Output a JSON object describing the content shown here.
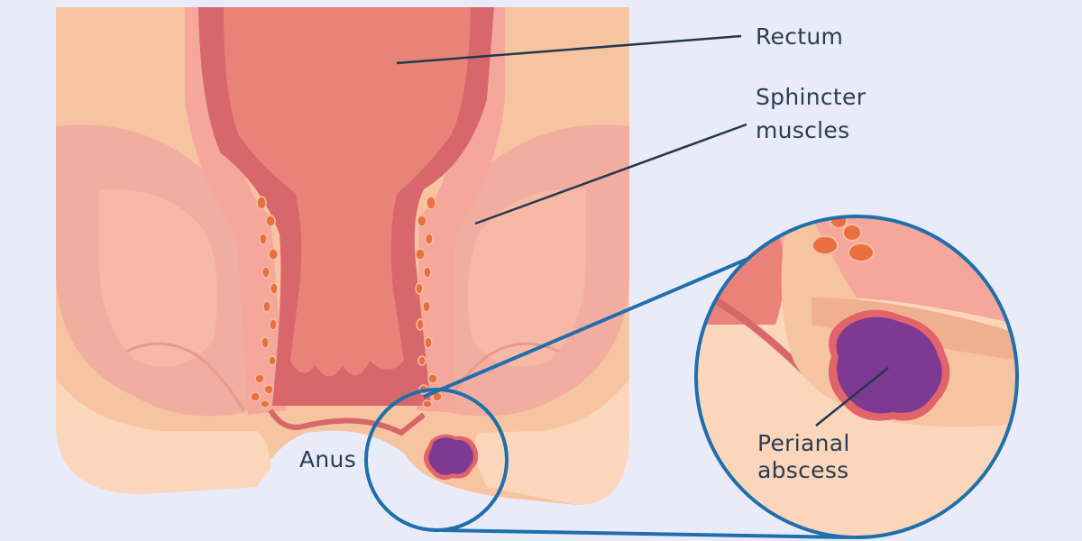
{
  "labels": {
    "rectum": "Rectum",
    "sphincter_line1": "Sphincter",
    "sphincter_line2": "muscles",
    "anus": "Anus",
    "abscess_line1": "Perianal",
    "abscess_line2": "abscess"
  },
  "colors": {
    "background": "#e9ecf8",
    "skin": "#f7c4a2",
    "skin_light": "#fbd6bb",
    "muscle": "#f0ada0",
    "rectum": "#e98379",
    "rectum_dark": "#d7676a",
    "fat_gland": "#e8703f",
    "abscess": "#7e3a92",
    "abscess_rim": "#e0646a",
    "magnifier": "#1f6fad",
    "leader_line": "#22384f"
  }
}
